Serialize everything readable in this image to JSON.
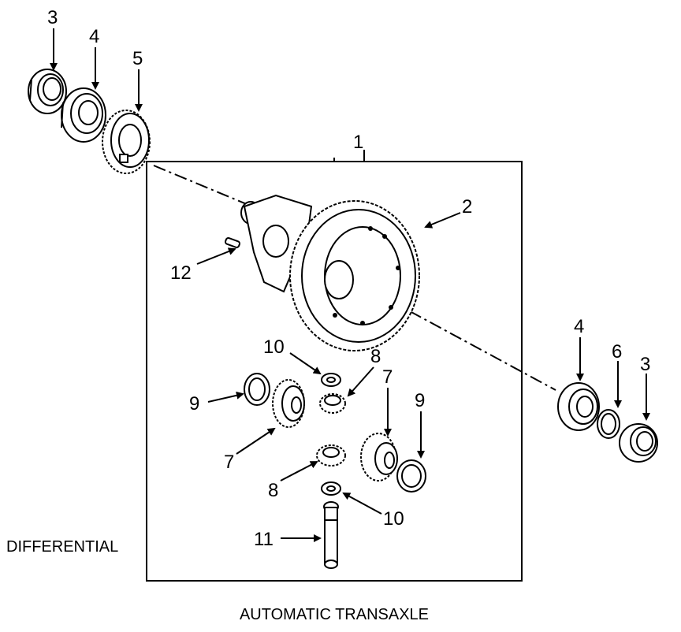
{
  "diagram": {
    "caption_left": "DIFFERENTIAL",
    "caption_bottom": "AUTOMATIC TRANSAXLE",
    "callouts": {
      "c3_top_left": "3",
      "c4_top_left": "4",
      "c5": "5",
      "c1": "1",
      "c2": "2",
      "c12": "12",
      "c10_upper": "10",
      "c8_upper": "8",
      "c9_left": "9",
      "c7_left": "7",
      "c7_right": "7",
      "c9_right": "9",
      "c8_lower": "8",
      "c10_lower": "10",
      "c11": "11",
      "c4_right": "4",
      "c6": "6",
      "c3_right": "3"
    }
  }
}
